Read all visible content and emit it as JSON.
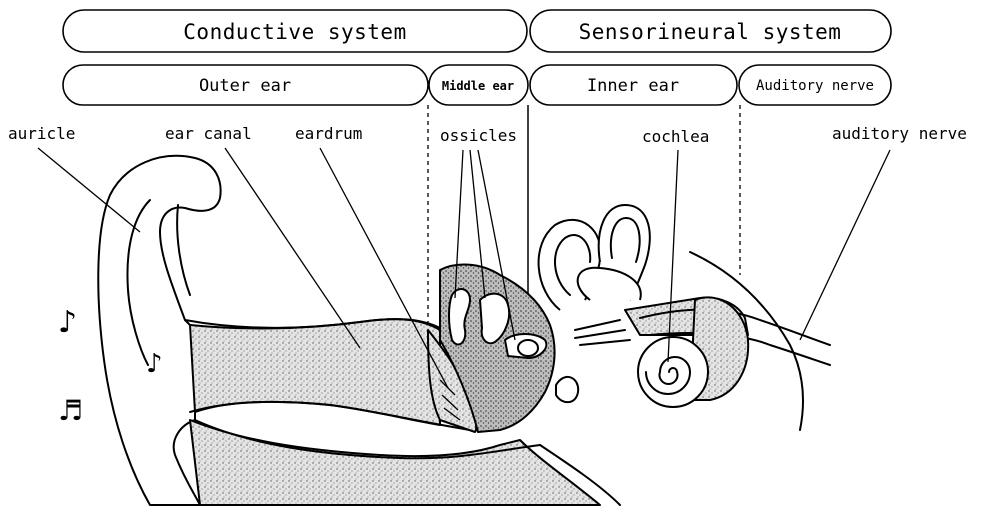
{
  "headers": {
    "conductive": "Conductive system",
    "sensorineural": "Sensorineural system"
  },
  "sections": {
    "outer_ear": "Outer ear",
    "middle_ear": "Middle ear",
    "inner_ear": "Inner ear",
    "auditory_nerve": "Auditory nerve"
  },
  "labels": {
    "auricle": "auricle",
    "ear_canal": "ear canal",
    "eardrum": "eardrum",
    "ossicles": "ossicles",
    "cochlea": "cochlea",
    "auditory_nerve": "auditory nerve"
  },
  "music_notes": [
    "♪",
    "♪",
    "♬"
  ]
}
